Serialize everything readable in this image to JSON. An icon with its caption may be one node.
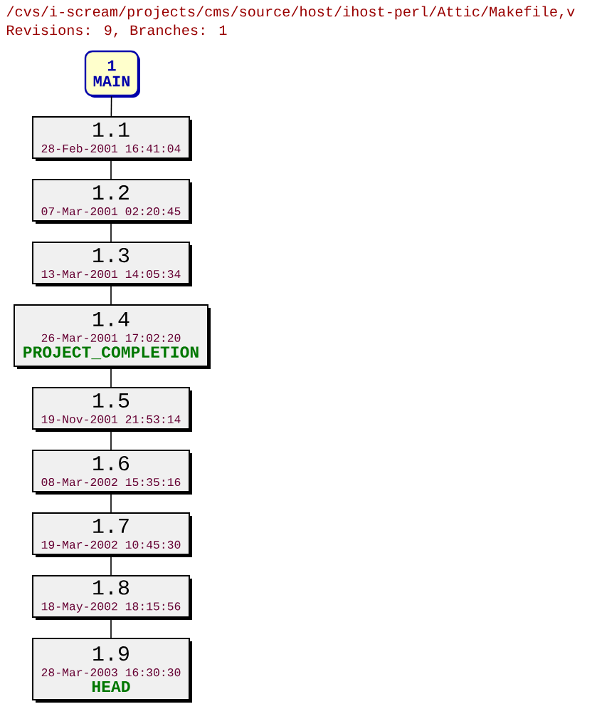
{
  "diagram": {
    "title": "/cvs/i-scream/projects/cms/source/host/ihost-perl/Attic/Makefile,v",
    "nodes": [
      {
        "text": [
          "1",
          "MAIN"
        ]
      },
      {
        "text": [
          "1.1",
          "28-Feb-2001 16:41:04"
        ]
      },
      {
        "text": [
          "1.2",
          "07-Mar-2001 02:20:45"
        ]
      },
      {
        "text": [
          "1.3",
          "13-Mar-2001 14:05:34"
        ]
      },
      {
        "text": [
          "1.4",
          "26-Mar-2001 17:02:20",
          "PROJECT_COMPLETION"
        ]
      },
      {
        "text": [
          "1.5",
          "19-Nov-2001 21:53:14"
        ]
      },
      {
        "text": [
          "1.6",
          "08-Mar-2002 15:35:16"
        ]
      },
      {
        "text": [
          "1.7",
          "19-Mar-2002 10:45:30"
        ]
      },
      {
        "text": [
          "1.8",
          "18-May-2002 18:15:56"
        ]
      },
      {
        "text": [
          "1.9",
          "28-Mar-2003 16:30:30",
          "HEAD"
        ]
      }
    ],
    "edges": [
      {
        "from": 0,
        "to": 1,
        "arrow": "none"
      },
      {
        "from": 1,
        "to": 2,
        "arrow": "none"
      },
      {
        "from": 2,
        "to": 3,
        "arrow": "none"
      },
      {
        "from": 3,
        "to": 4,
        "arrow": "none"
      },
      {
        "from": 4,
        "to": 5,
        "arrow": "none"
      },
      {
        "from": 5,
        "to": 6,
        "arrow": "none"
      },
      {
        "from": 6,
        "to": 7,
        "arrow": "none"
      },
      {
        "from": 7,
        "to": 8,
        "arrow": "none"
      },
      {
        "from": 8,
        "to": 9,
        "arrow": "none"
      }
    ],
    "labels": [
      "Revisions: 9, Branches: 1"
    ]
  }
}
